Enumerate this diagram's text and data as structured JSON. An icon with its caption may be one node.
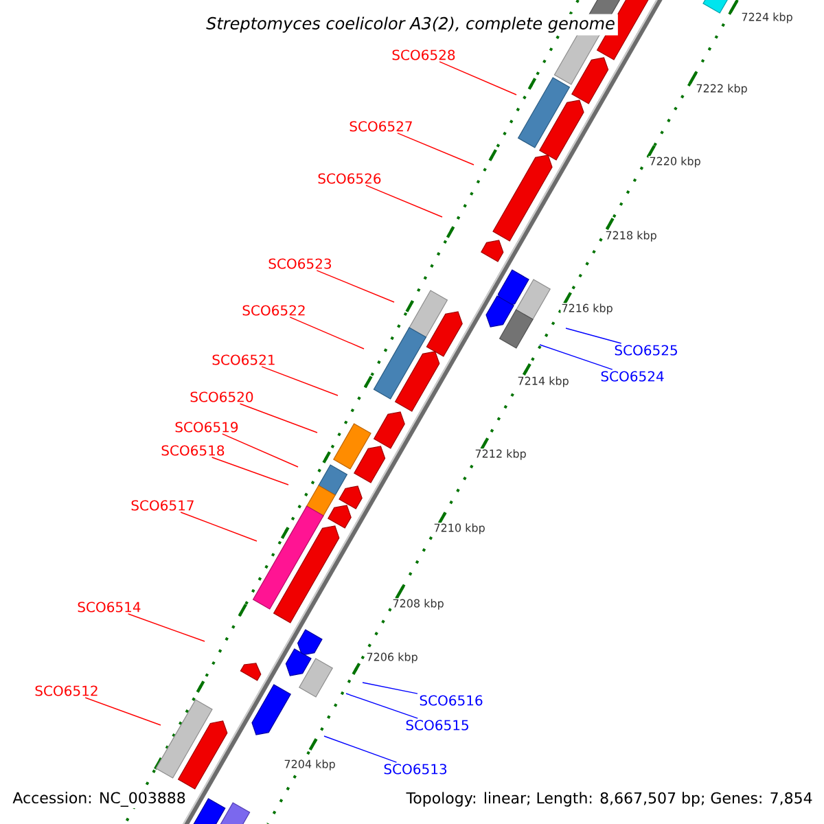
{
  "diagram": {
    "title": "Streptomyces coelicolor A3(2), complete genome",
    "nodes": [
      {
        "text": [
          "SCO6528"
        ]
      },
      {
        "text": [
          "SCO6527"
        ]
      },
      {
        "text": [
          "SCO6526"
        ]
      },
      {
        "text": [
          "SCO6523"
        ]
      },
      {
        "text": [
          "SCO6522"
        ]
      },
      {
        "text": [
          "SCO6525"
        ]
      },
      {
        "text": [
          "SCO6521"
        ]
      },
      {
        "text": [
          "SCO6524"
        ]
      },
      {
        "text": [
          "SCO6520"
        ]
      },
      {
        "text": [
          "SCO6519"
        ]
      },
      {
        "text": [
          "SCO6518"
        ]
      },
      {
        "text": [
          "SCO6517"
        ]
      },
      {
        "text": [
          "SCO6514"
        ]
      },
      {
        "text": [
          "SCO6512"
        ]
      },
      {
        "text": [
          "SCO6516"
        ]
      },
      {
        "text": [
          "SCO6515"
        ]
      },
      {
        "text": [
          "SCO6513"
        ]
      }
    ],
    "edges": [
      {
        "from": 0,
        "to": null,
        "arrow": "none"
      },
      {
        "from": 1,
        "to": null,
        "arrow": "none"
      },
      {
        "from": 2,
        "to": null,
        "arrow": "none"
      },
      {
        "from": 3,
        "to": null,
        "arrow": "none"
      },
      {
        "from": 4,
        "to": null,
        "arrow": "none"
      },
      {
        "from": 5,
        "to": null,
        "arrow": "none",
        "color": "#0000ff"
      },
      {
        "from": 6,
        "to": null,
        "arrow": "none"
      },
      {
        "from": 7,
        "to": null,
        "arrow": "none",
        "color": "#0000ff"
      },
      {
        "from": 8,
        "to": null,
        "arrow": "none"
      },
      {
        "from": 9,
        "to": null,
        "arrow": "none"
      },
      {
        "from": 10,
        "to": null,
        "arrow": "none"
      },
      {
        "from": 11,
        "to": null,
        "arrow": "none"
      },
      {
        "from": 12,
        "to": null,
        "arrow": "none"
      },
      {
        "from": 13,
        "to": null,
        "arrow": "none"
      },
      {
        "from": 14,
        "to": null,
        "arrow": "none",
        "color": "#0000ff"
      },
      {
        "from": 15,
        "to": null,
        "arrow": "none",
        "color": "#0000ff"
      },
      {
        "from": 16,
        "to": null,
        "arrow": "none",
        "color": "#0000ff"
      }
    ],
    "labels": [
      "7224 kbp",
      "7222 kbp",
      "7220 kbp",
      "7218 kbp",
      "7216 kbp",
      "7214 kbp",
      "7212 kbp",
      "7210 kbp",
      "7208 kbp",
      "7206 kbp",
      "7204 kbp",
      "Accession: NC_003888",
      "Topology: linear; Length: 8,667,507 bp; Genes: 7,854"
    ]
  }
}
